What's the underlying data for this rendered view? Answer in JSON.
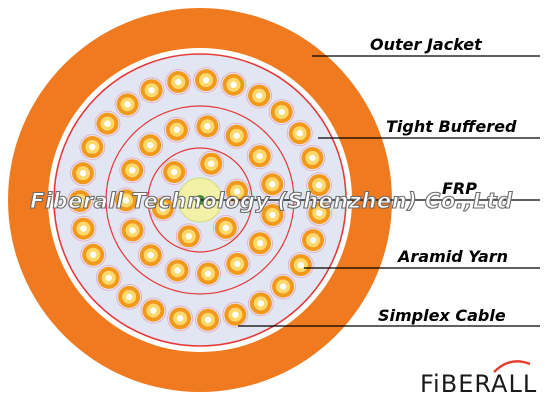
{
  "labels": {
    "outer_jacket": "Outer Jacket",
    "tight_buffered": "Tight Buffered",
    "frp": "FRP",
    "aramid_yarn": "Aramid Yarn",
    "simplex_cable": "Simplex Cable"
  },
  "watermark": "Fiberall Technology (Shenzhen) Co.,Ltd",
  "brand": "FiBERALL",
  "colors": {
    "jacket": "#f07a1f",
    "inner_fill": "#e1e6f2",
    "red_ring": "#e53a3a",
    "sub_ring": "#e9a8bc",
    "fiber_outer": "#f2991c",
    "fiber_inner": "#fdd86a",
    "fiber_core": "#ffffff",
    "frp": "#f1f2a8",
    "frp_core": "#3a8f2a",
    "brand_accent": "#e63a2a"
  },
  "structure": {
    "simplex_count": 48,
    "rings": [
      {
        "count": 6
      },
      {
        "count": 15
      },
      {
        "count": 27
      }
    ]
  }
}
